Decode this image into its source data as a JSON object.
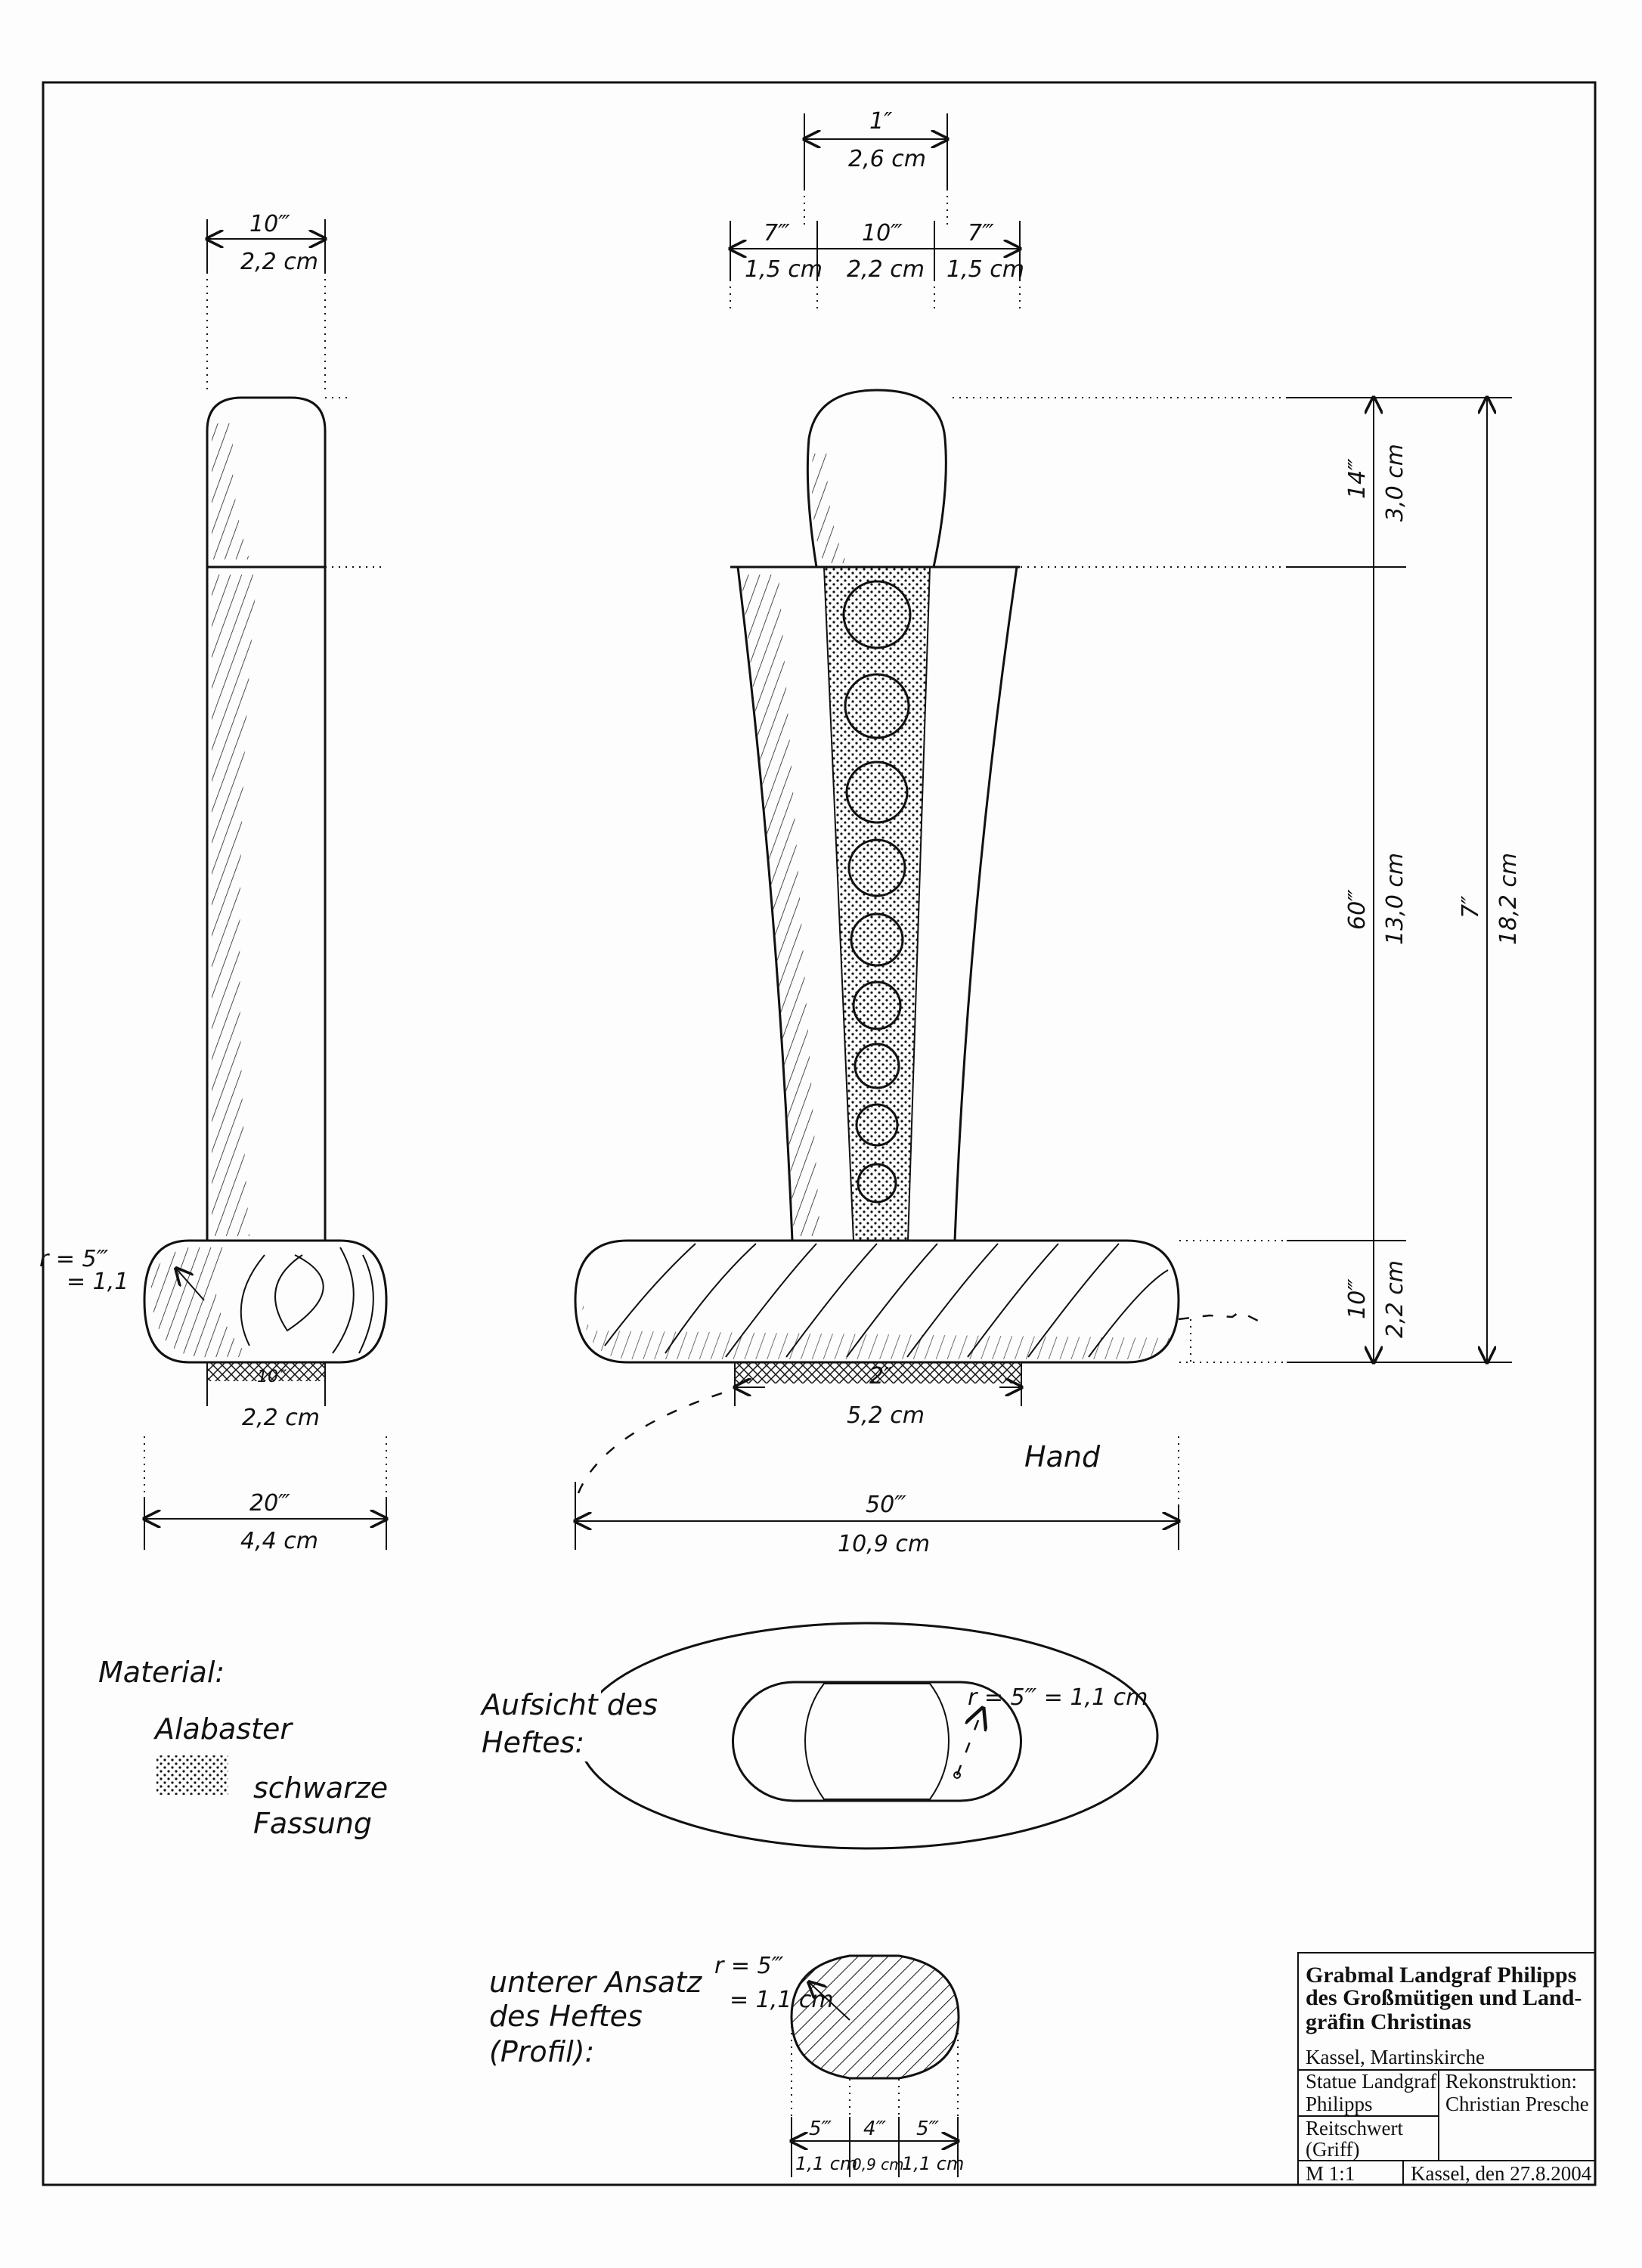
{
  "title_block": {
    "title_line1": "Grabmal Landgraf Philipps",
    "title_line2": "des Großmütigen und Land-",
    "title_line3": "gräfin Christinas",
    "location": "Kassel, Martinskirche",
    "object_line1": "Statue Landgraf",
    "object_line2": "Philipps",
    "part_line1": "Reitschwert",
    "part_line2": "(Griff)",
    "author_label": "Rekonstruktion:",
    "author": "Christian Presche",
    "scale": "M 1:1",
    "date": "Kassel, den 27.8.2004"
  },
  "side_view": {
    "top_width": {
      "inch": "10‴",
      "cm": "2,2 cm"
    },
    "guard_radius": {
      "r": "r = 5‴",
      "cm": "= 1,1"
    },
    "base_width": {
      "inch": "10‴",
      "cm": "2,2 cm"
    },
    "guard_width": {
      "inch": "20‴",
      "cm": "4,4 cm"
    }
  },
  "front_view": {
    "pommel_width": {
      "inch": "1″",
      "cm": "2,6 cm"
    },
    "grip_left": {
      "inch": "7‴",
      "cm": "1,5 cm"
    },
    "grip_center": {
      "inch": "10‴",
      "cm": "2,2 cm"
    },
    "grip_right": {
      "inch": "7‴",
      "cm": "1,5 cm"
    },
    "base_width": {
      "inch": "2″",
      "cm": "5,2 cm"
    },
    "guard_width": {
      "inch": "50‴",
      "cm": "10,9 cm"
    },
    "hand_label": "Hand"
  },
  "heights": {
    "pommel": {
      "inch": "14‴",
      "cm": "3,0 cm"
    },
    "grip": {
      "inch": "60‴",
      "cm": "13,0 cm"
    },
    "guard": {
      "inch": "10‴",
      "cm": "2,2 cm"
    },
    "total": {
      "inch": "7″",
      "cm": "18,2 cm"
    }
  },
  "legend": {
    "heading": "Material:",
    "alabaster": "Alabaster",
    "black_line1": "schwarze",
    "black_line2": "Fassung"
  },
  "top_view": {
    "label_line1": "Aufsicht des",
    "label_line2": "Heftes:",
    "radius": "r = 5‴ = 1,1 cm"
  },
  "profile": {
    "label_line1": "unterer Ansatz",
    "label_line2": "des Heftes",
    "label_line3": "(Profil):",
    "radius_line1": "r = 5‴",
    "radius_line2": "= 1,1 cm",
    "dims": [
      {
        "inch": "5‴",
        "cm": "1,1 cm"
      },
      {
        "inch": "4‴",
        "cm": "0,9 cm"
      },
      {
        "inch": "5‴",
        "cm": "1,1 cm"
      }
    ]
  }
}
